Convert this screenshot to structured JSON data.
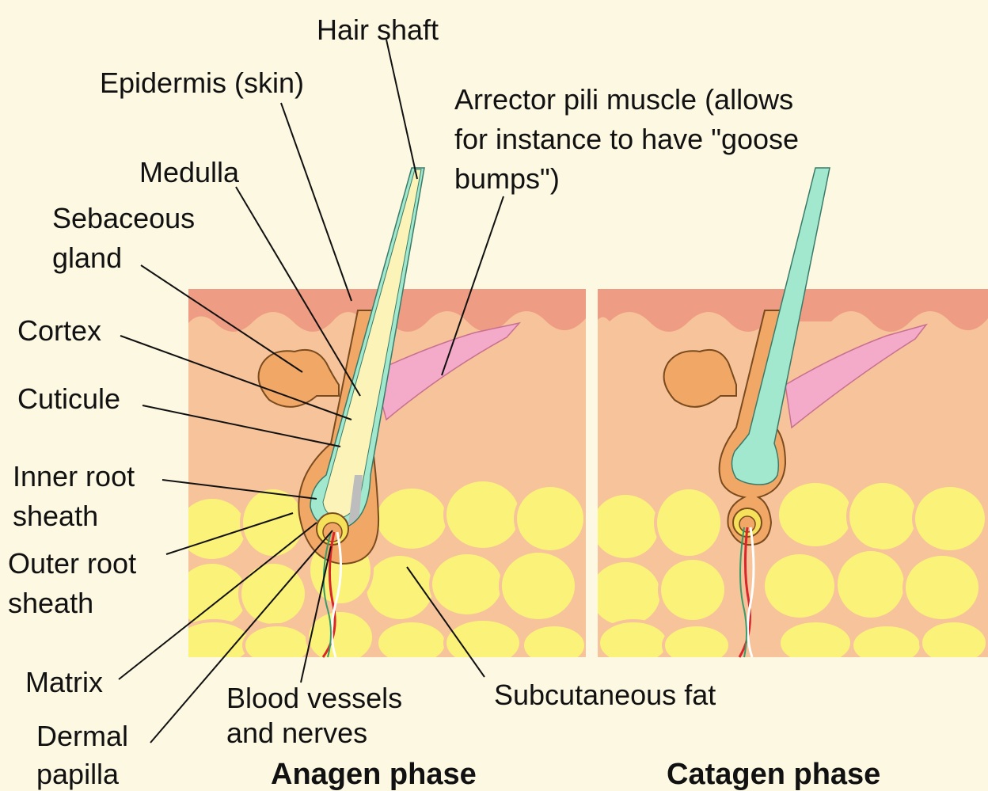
{
  "colors": {
    "background": "#fcf8e2",
    "epidermis": "#ef9c84",
    "dermis": "#f6c39a",
    "fat": "#fbf27a",
    "follicle": "#f1a867",
    "hair_shaft": "#a2e8cf",
    "muscle": "#f4aac9",
    "vessel_red": "#d9262b",
    "nerve_white": "#ffffff"
  },
  "labels": {
    "hair_shaft": "Hair shaft",
    "epidermis": "Epidermis (skin)",
    "medulla": "Medulla",
    "sebaceous_line1": "Sebaceous",
    "sebaceous_line2": "gland",
    "cortex": "Cortex",
    "cuticule": "Cuticule",
    "inner_root_line1": "Inner root",
    "inner_root_line2": "sheath",
    "outer_root_line1": "Outer root",
    "outer_root_line2": "sheath",
    "matrix": "Matrix",
    "dermal_line1": "Dermal",
    "dermal_line2": "papilla",
    "arrector_line1": "Arrector pili muscle (allows",
    "arrector_line2": "for instance to have \"goose",
    "arrector_line3": "bumps\")",
    "blood_line1": "Blood vessels",
    "blood_line2": "and nerves",
    "subcutaneous": "Subcutaneous fat"
  },
  "phases": {
    "anagen": "Anagen phase",
    "catagen": "Catagen phase"
  }
}
